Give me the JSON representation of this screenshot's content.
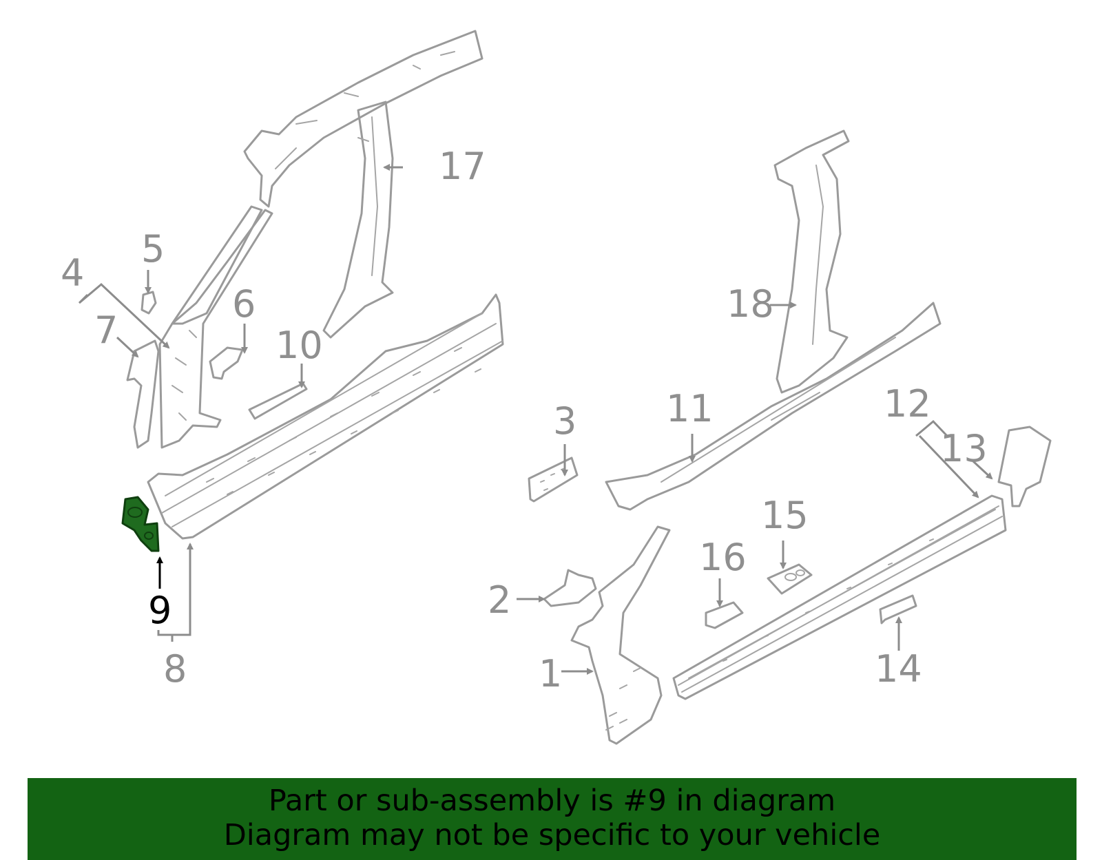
{
  "diagram": {
    "highlight_color": "#1f6b1f",
    "line_color": "#9a9a9a",
    "highlighted_callout": "9",
    "callouts": {
      "c1": "1",
      "c2": "2",
      "c3": "3",
      "c4": "4",
      "c5": "5",
      "c6": "6",
      "c7": "7",
      "c8": "8",
      "c9": "9",
      "c10": "10",
      "c11": "11",
      "c12": "12",
      "c13": "13",
      "c14": "14",
      "c15": "15",
      "c16": "16",
      "c17": "17",
      "c18": "18"
    }
  },
  "banner": {
    "background": "#136313",
    "line1": "Part or sub-assembly is #9 in diagram",
    "line2": "Diagram may not be specific to your vehicle"
  }
}
